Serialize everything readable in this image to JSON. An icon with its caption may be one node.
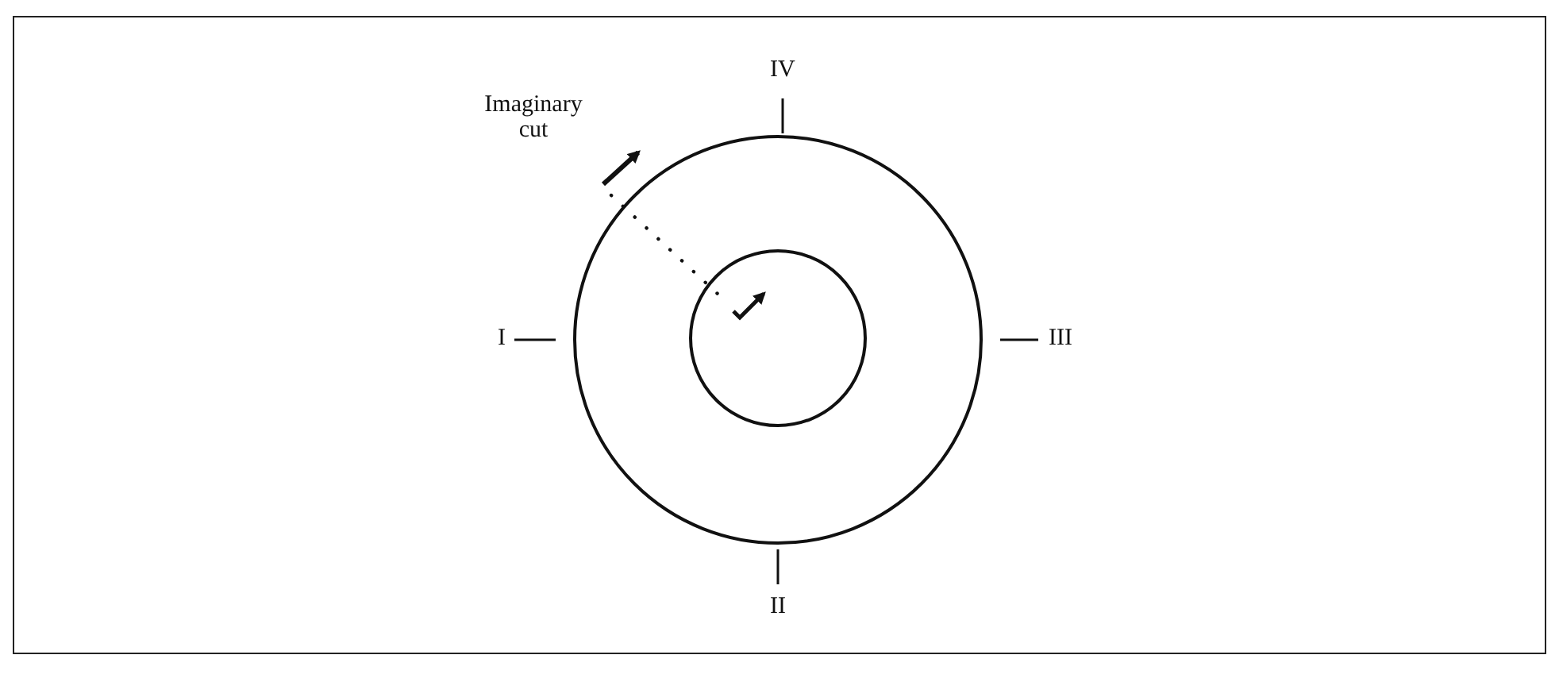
{
  "diagram": {
    "labels": [
      "IV",
      "Imaginary cut",
      "I",
      "III",
      "II"
    ]
  }
}
